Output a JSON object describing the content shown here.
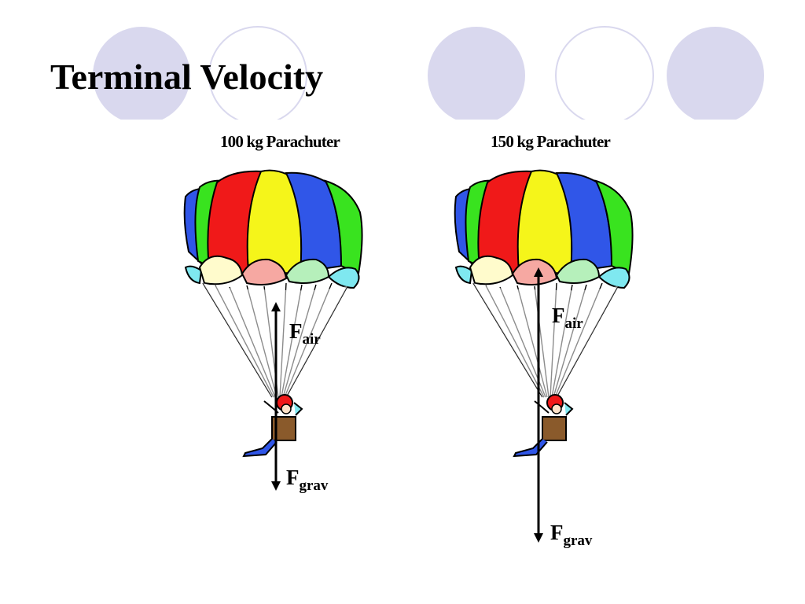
{
  "slide": {
    "title": "Terminal Velocity"
  },
  "colors": {
    "decor_circle_fill": "#d9d8ee",
    "decor_circle_stroke": "#d9d8ee",
    "canopy_blue": "#3056e8",
    "canopy_green": "#39e31f",
    "canopy_red": "#f01919",
    "canopy_yellow": "#f5f51a",
    "canopy_cream": "#fffbcc",
    "canopy_pink": "#f6a8a2",
    "canopy_mint": "#b6f0bb",
    "canopy_cyan": "#7fe8f0",
    "arrow": "#000000"
  },
  "panels": [
    {
      "caption": "100 kg Parachuter",
      "air_force": {
        "symbol": "F",
        "subscript": "air"
      },
      "grav_force": {
        "symbol": "F",
        "subscript": "grav"
      }
    },
    {
      "caption": "150 kg Parachuter",
      "air_force": {
        "symbol": "F",
        "subscript": "air"
      },
      "grav_force": {
        "symbol": "F",
        "subscript": "grav"
      }
    }
  ]
}
